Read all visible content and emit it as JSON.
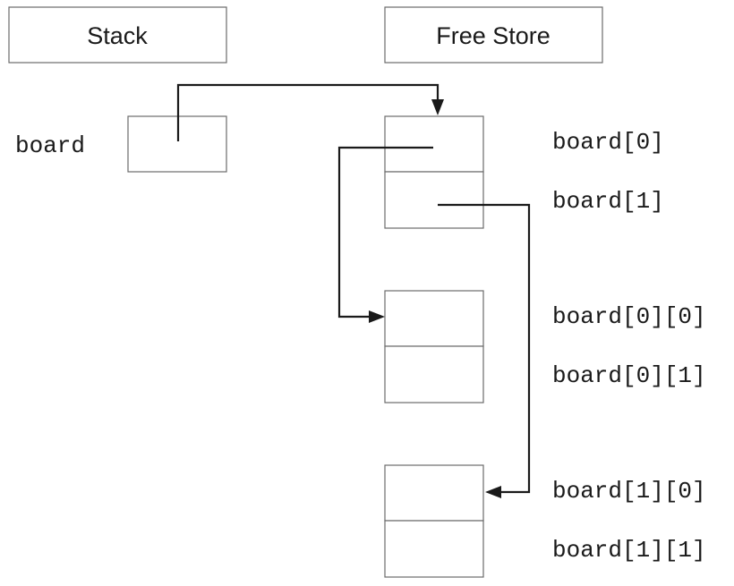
{
  "headers": {
    "stack": "Stack",
    "free_store": "Free Store"
  },
  "stack": {
    "variable_label": "board"
  },
  "free_store": {
    "labels": {
      "board_0": "board[0]",
      "board_1": "board[1]",
      "board_0_0": "board[0][0]",
      "board_0_1": "board[0][1]",
      "board_1_0": "board[1][0]",
      "board_1_1": "board[1][1]"
    }
  },
  "colors": {
    "line": "#1a1a1a",
    "box_border": "#6b6b6b",
    "background": "#ffffff"
  }
}
